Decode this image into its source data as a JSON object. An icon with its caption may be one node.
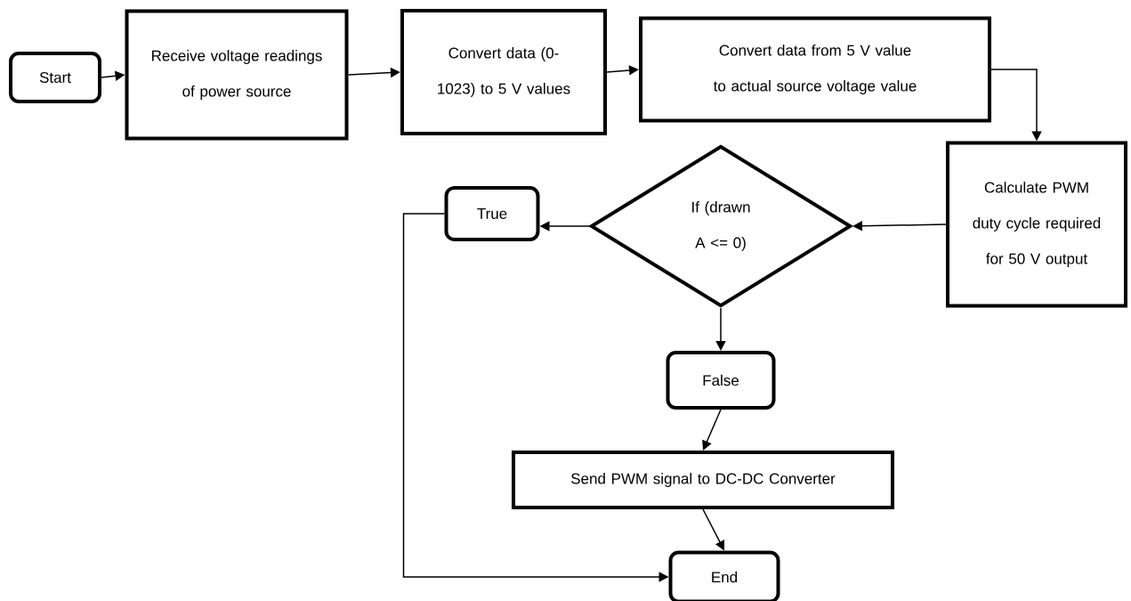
{
  "diagram": {
    "nodes": [
      {
        "text": [
          "Start"
        ]
      },
      {
        "text": [
          "Receive voltage readings of power source"
        ]
      },
      {
        "text": [
          "Convert data (0-1023) to 5 V values"
        ]
      },
      {
        "text": [
          "Convert data from 5 V value to actual source voltage value"
        ]
      },
      {
        "text": [
          "Calculate PWM duty cycle required for 50 V output"
        ]
      },
      {
        "text": [
          "If (drawn A <= 0)"
        ]
      },
      {
        "text": [
          "True"
        ]
      },
      {
        "text": [
          "False"
        ]
      },
      {
        "text": [
          "Send PWM signal to DC-DC Converter"
        ]
      },
      {
        "text": [
          "End"
        ]
      }
    ],
    "edges": [
      {
        "from": 0,
        "to": 1,
        "arrow": "to"
      },
      {
        "from": 1,
        "to": 2,
        "arrow": "to"
      },
      {
        "from": 2,
        "to": 3,
        "arrow": "to"
      },
      {
        "from": 3,
        "to": 4,
        "arrow": "to"
      },
      {
        "from": 4,
        "to": 5,
        "arrow": "to"
      },
      {
        "from": 5,
        "to": 6,
        "arrow": "to"
      },
      {
        "from": 5,
        "to": 7,
        "arrow": "to"
      },
      {
        "from": 7,
        "to": 8,
        "arrow": "to"
      },
      {
        "from": 8,
        "to": 9,
        "arrow": "to"
      },
      {
        "from": 6,
        "to": 9,
        "arrow": "to"
      }
    ]
  }
}
